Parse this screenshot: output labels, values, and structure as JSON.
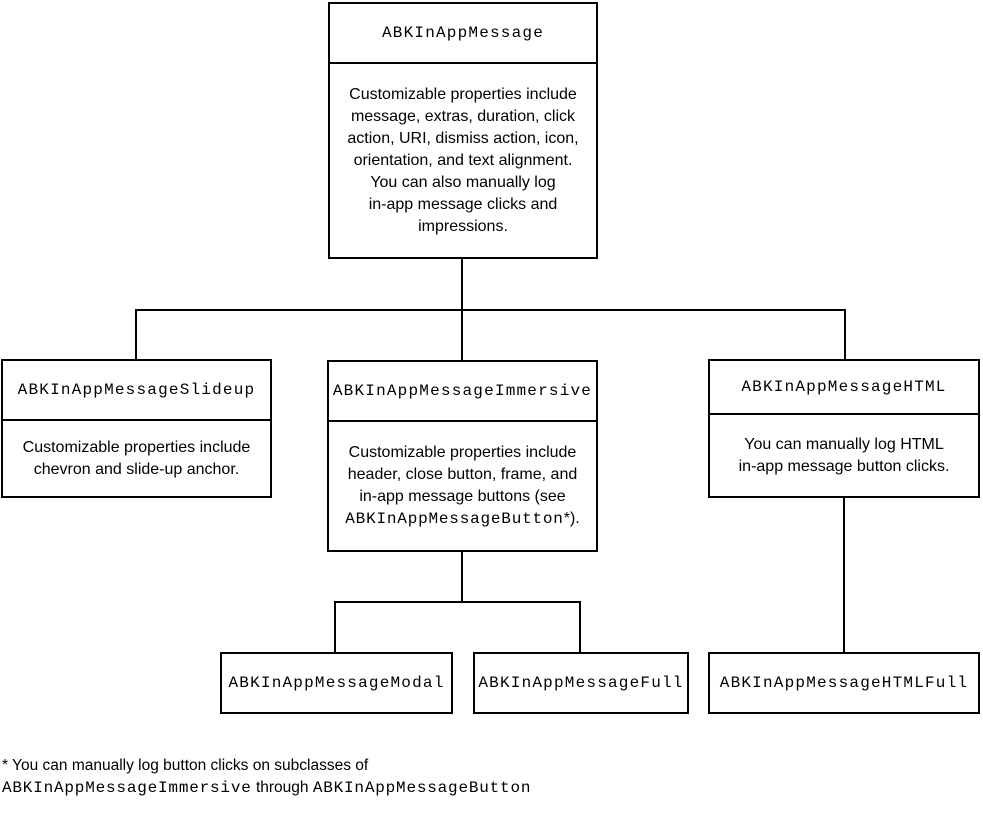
{
  "diagram": {
    "background_color": "#ffffff",
    "line_color": "#000000",
    "root": {
      "title": "ABKInAppMessage",
      "description": "Customizable properties include\nmessage, extras, duration, click\naction, URI, dismiss action, icon,\norientation, and text alignment.\nYou can also manually log\nin-app message clicks and\nimpressions."
    },
    "children": [
      {
        "title": "ABKInAppMessageSlideup",
        "description": "Customizable properties include\nchevron and slide-up anchor."
      },
      {
        "title": "ABKInAppMessageImmersive",
        "description_text": "Customizable properties include\nheader, close button, frame, and\nin-app message buttons (see\n",
        "description_code": "ABKInAppMessageButton",
        "description_suffix": "*)."
      },
      {
        "title": "ABKInAppMessageHTML",
        "description": "You can manually log HTML\nin-app message button clicks."
      }
    ],
    "grandchildren": [
      {
        "title": "ABKInAppMessageModal"
      },
      {
        "title": "ABKInAppMessageFull"
      },
      {
        "title": "ABKInAppMessageHTMLFull"
      }
    ],
    "footnote": {
      "line1": "* You can manually log button clicks on subclasses of\n",
      "code1": "ABKInAppMessageImmersive",
      "middle": " through ",
      "code2": "ABKInAppMessageButton"
    }
  }
}
